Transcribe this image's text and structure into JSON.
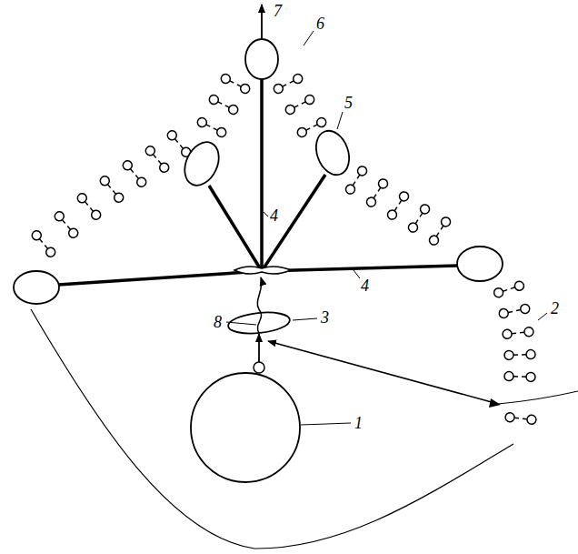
{
  "diagram": {
    "labels": [
      "7",
      "6",
      "5",
      "4",
      "4",
      "2",
      "3",
      "8",
      "1"
    ]
  }
}
